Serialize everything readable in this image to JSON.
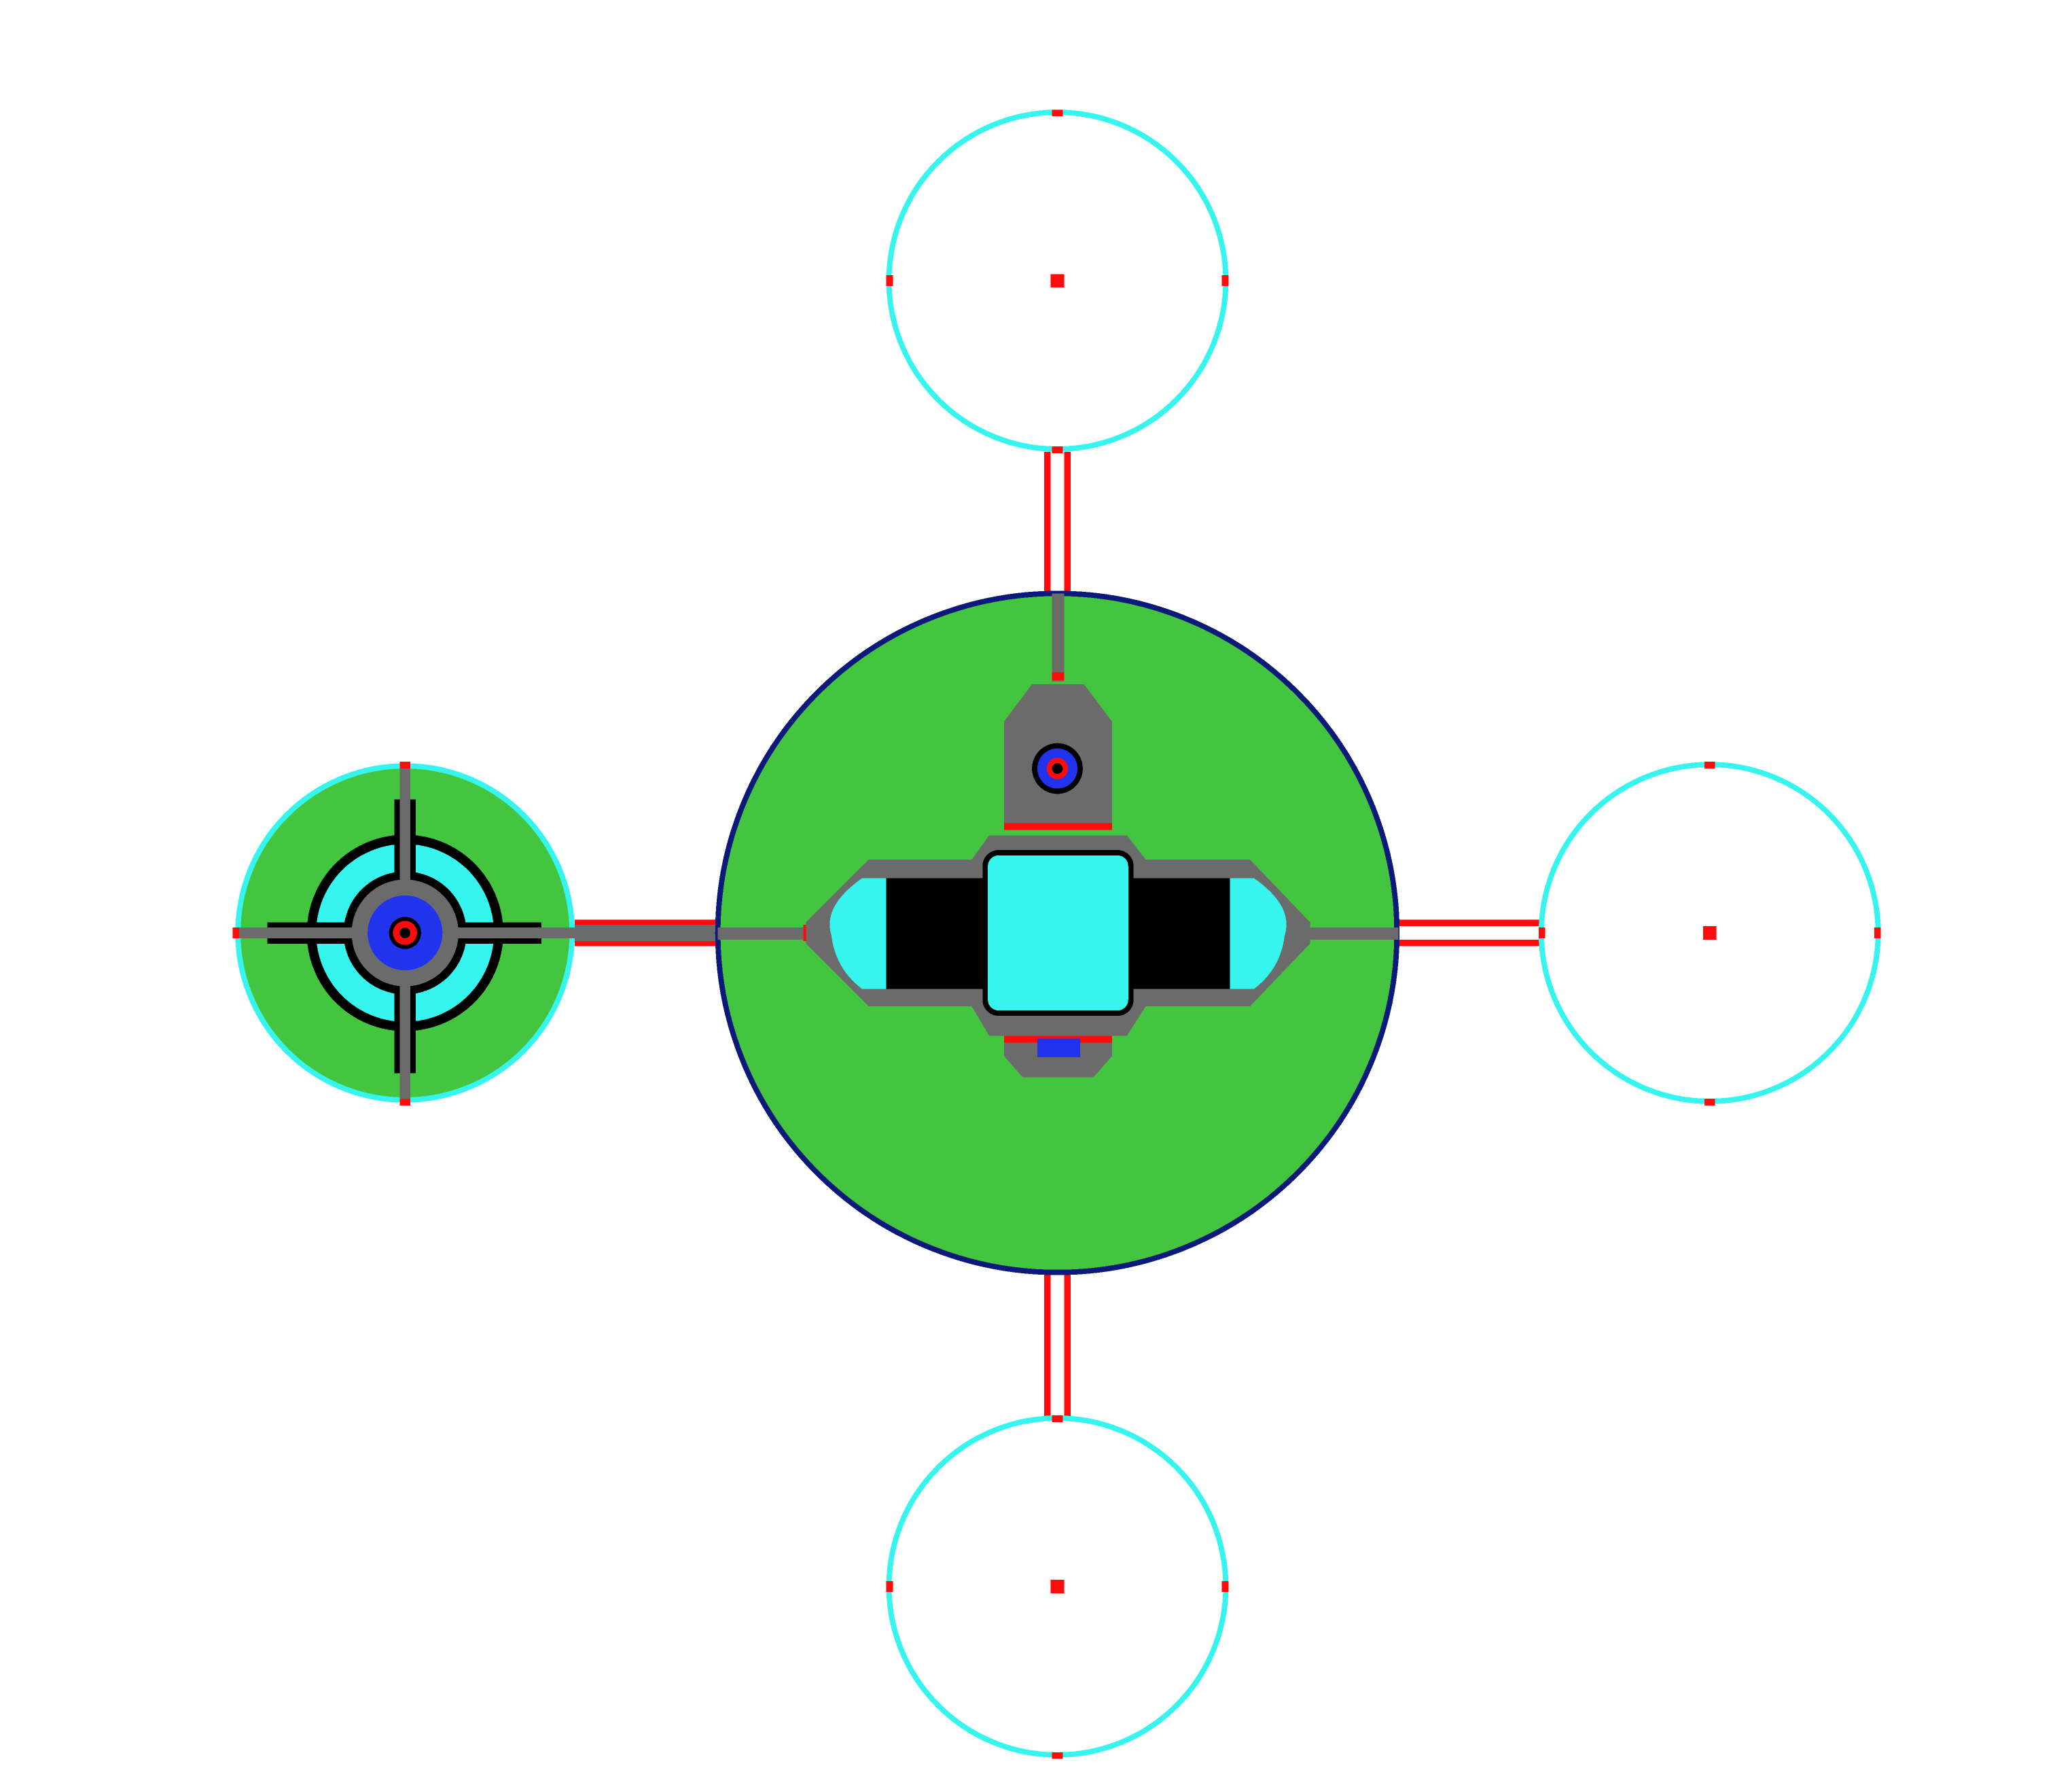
{
  "scene": {
    "modules": [
      {
        "id": "core",
        "kind": "core-hub",
        "state": "built"
      },
      {
        "id": "west",
        "kind": "docking-ring",
        "state": "built"
      },
      {
        "id": "north",
        "kind": "empty-slot",
        "state": "empty"
      },
      {
        "id": "east",
        "kind": "empty-slot",
        "state": "empty"
      },
      {
        "id": "south",
        "kind": "empty-slot",
        "state": "empty"
      }
    ]
  },
  "colors": {
    "background": "#ffffff",
    "hull_green": "#43c53f",
    "outline_navy": "#0b1a7a",
    "slot_cyan": "#35f5ee",
    "connector_red": "#ff0b0b",
    "structure_gray": "#6b6b6b",
    "port_blue": "#2233ee",
    "black": "#000000"
  }
}
